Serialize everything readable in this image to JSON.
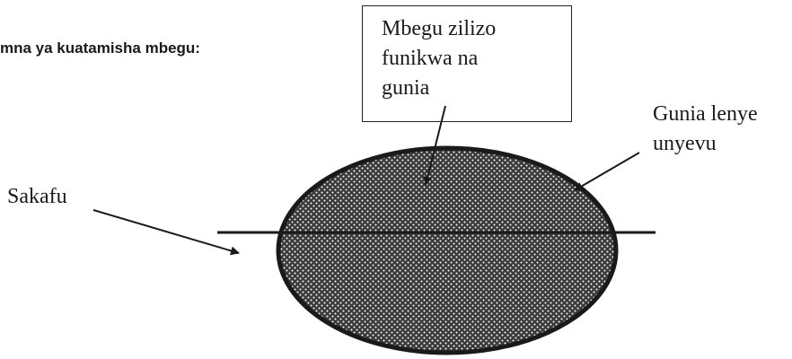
{
  "heading": "mna ya kuatamisha mbegu:",
  "labels": {
    "covered_seeds_line1": "Mbegu zilizo",
    "covered_seeds_line2": "funikwa na",
    "covered_seeds_line3": "gunia",
    "wet_sack_line1": "Gunia lenye",
    "wet_sack_line2": "unyevu",
    "floor": "Sakafu"
  },
  "colors": {
    "ink": "#1a1a1a",
    "fill_dots": "#ffffff"
  }
}
